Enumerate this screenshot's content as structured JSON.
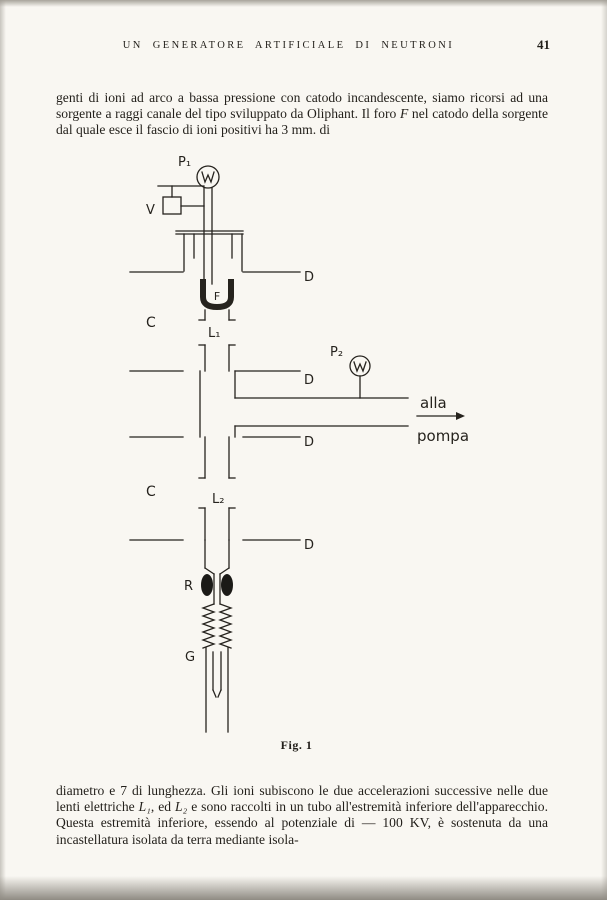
{
  "header": {
    "title": "UN GENERATORE ARTIFICIALE DI NEUTRONI",
    "page_number": "41"
  },
  "para1": {
    "part1": "genti di ioni ad arco a bassa pressione con catodo incandescente, siamo ricorsi ad una sorgente a raggi canale del tipo sviluppato da Oliphant. Il foro ",
    "part2": "F",
    "part3": " nel catodo della sorgente dal quale esce il fascio di ioni positivi ha 3 mm. di"
  },
  "figure": {
    "caption": "Fig. 1",
    "labels": {
      "p1": "P₁",
      "v": "V",
      "f": "F",
      "l1": "L₁",
      "c_upper": "C",
      "c_lower": "C",
      "d1": "D",
      "d2": "D",
      "d3": "D",
      "d4": "D",
      "p2": "P₂",
      "alla": "alla",
      "pompa": "pompa",
      "l2": "L₂",
      "r": "R",
      "g": "G"
    }
  },
  "para2": {
    "part1": "diametro e 7 di lunghezza. Gli ioni subiscono le due accelerazioni successive nelle due lenti elettriche ",
    "part2": "L₁",
    "part3": ", ed ",
    "part4": "L₂",
    "part5": " e sono raccolti in un tubo all'estremità inferiore dell'apparecchio. Questa estremità inferiore, essendo al potenziale di — 100 KV, è sostenuta da una incastellatura isolata da terra mediante isola-"
  }
}
